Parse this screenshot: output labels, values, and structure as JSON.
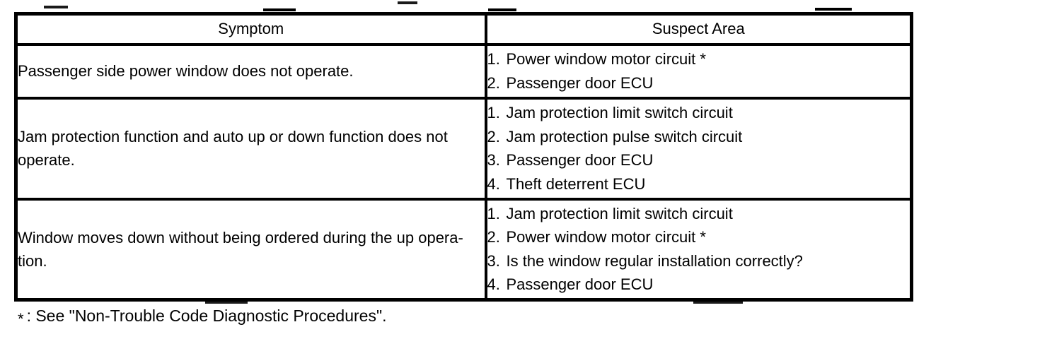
{
  "table": {
    "headers": {
      "symptom": "Symptom",
      "suspect_area": "Suspect Area"
    },
    "rows": [
      {
        "symptom_lines": [
          "Passenger side power window does not operate."
        ],
        "suspects": [
          {
            "num": "1.",
            "label": "Power window motor circuit *"
          },
          {
            "num": "2.",
            "label": "Passenger door ECU"
          }
        ]
      },
      {
        "symptom_lines": [
          "Jam protection function and auto up or down function does not",
          "operate."
        ],
        "suspects": [
          {
            "num": "1.",
            "label": "Jam protection limit switch circuit"
          },
          {
            "num": "2.",
            "label": "Jam protection pulse switch circuit"
          },
          {
            "num": "3.",
            "label": "Passenger door ECU"
          },
          {
            "num": "4.",
            "label": "Theft deterrent ECU"
          }
        ]
      },
      {
        "symptom_lines": [
          "Window moves down without being ordered during the up opera-",
          "tion."
        ],
        "suspects": [
          {
            "num": "1.",
            "label": "Jam protection limit switch circuit"
          },
          {
            "num": "2.",
            "label": "Power window motor circuit *"
          },
          {
            "num": "3.",
            "label": "Is the window regular installation correctly?"
          },
          {
            "num": "4.",
            "label": "Passenger door ECU"
          }
        ]
      }
    ]
  },
  "footnote": {
    "marker": "*",
    "text": ": See \"Non-Trouble Code Diagnostic Procedures\"."
  }
}
